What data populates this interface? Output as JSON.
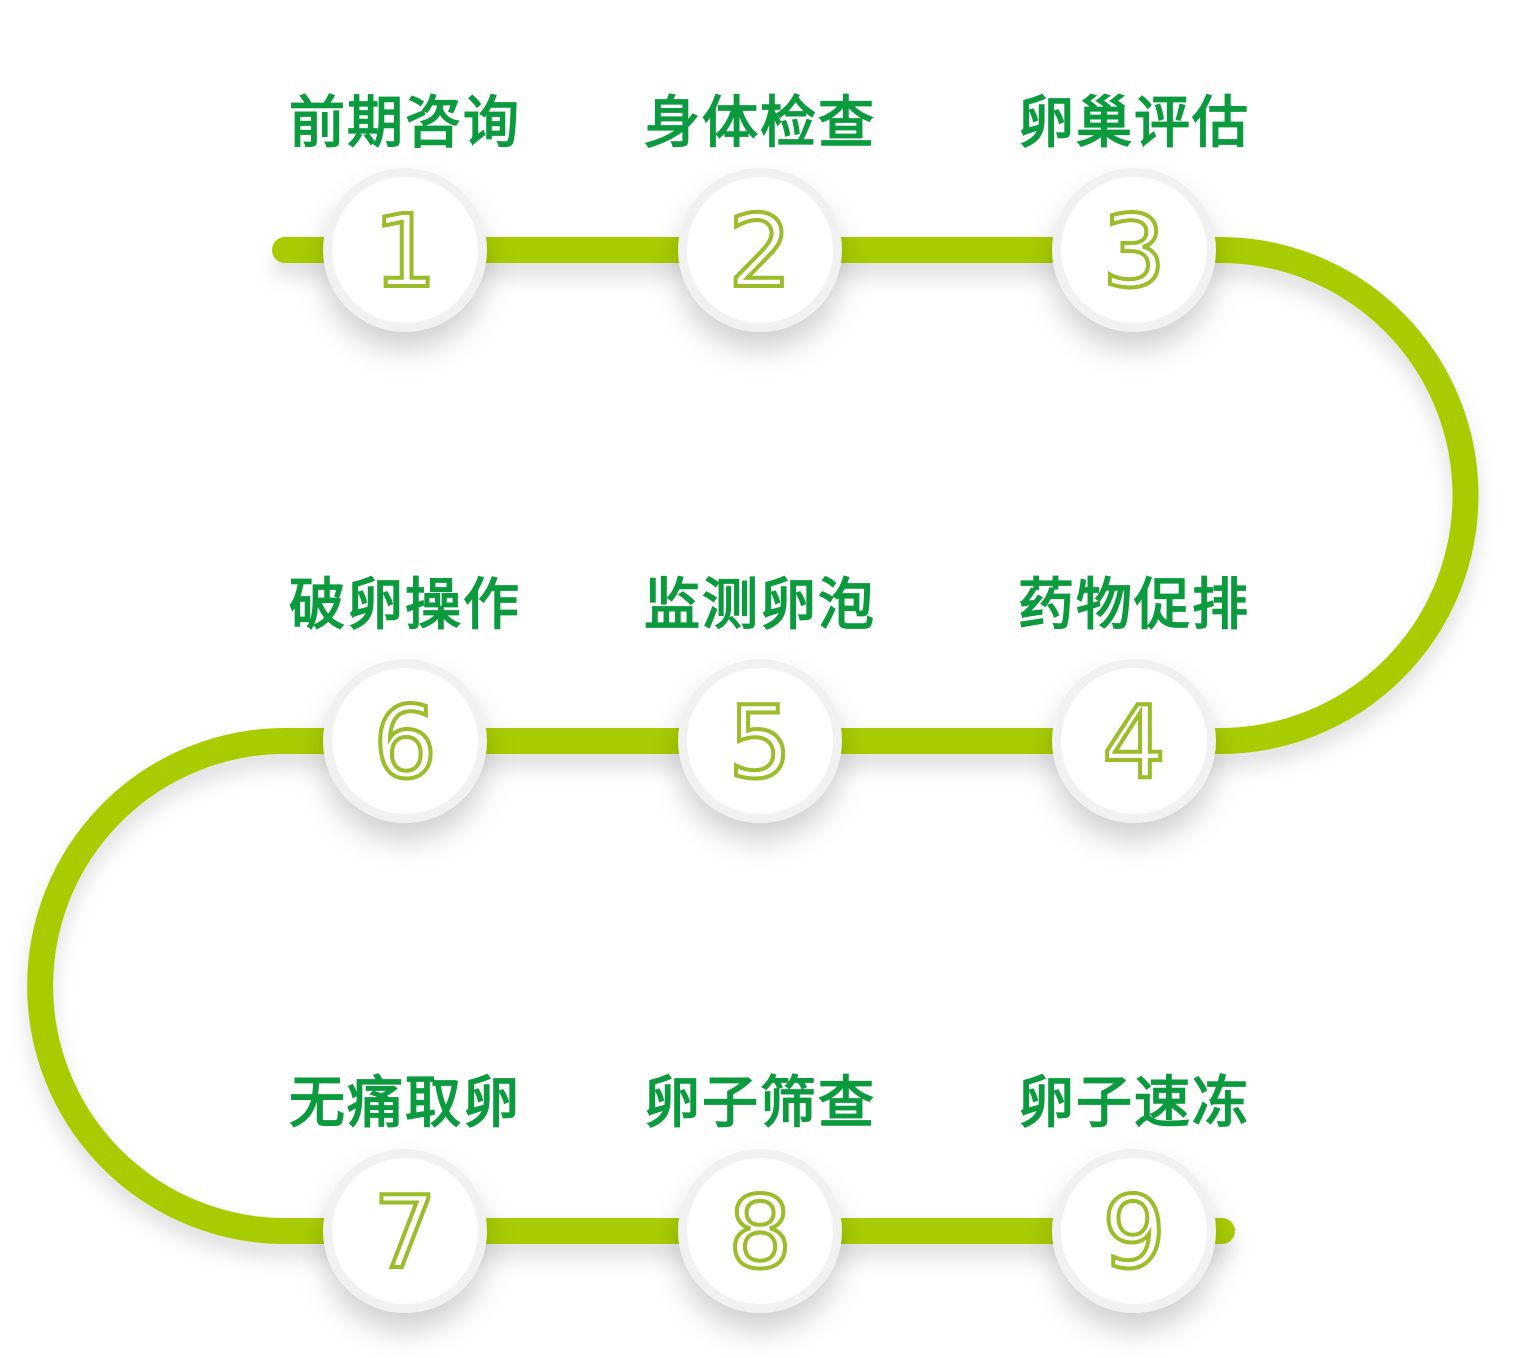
{
  "steps": [
    {
      "num": "1",
      "label": "前期咨询"
    },
    {
      "num": "2",
      "label": "身体检查"
    },
    {
      "num": "3",
      "label": "卵巢评估"
    },
    {
      "num": "4",
      "label": "药物促排"
    },
    {
      "num": "5",
      "label": "监测卵泡"
    },
    {
      "num": "6",
      "label": "破卵操作"
    },
    {
      "num": "7",
      "label": "无痛取卵"
    },
    {
      "num": "8",
      "label": "卵子筛查"
    },
    {
      "num": "9",
      "label": "卵子速冻"
    }
  ],
  "colors": {
    "path": "#a8cc00",
    "label": "#0b9a3e",
    "number": "#9bbd2a"
  }
}
